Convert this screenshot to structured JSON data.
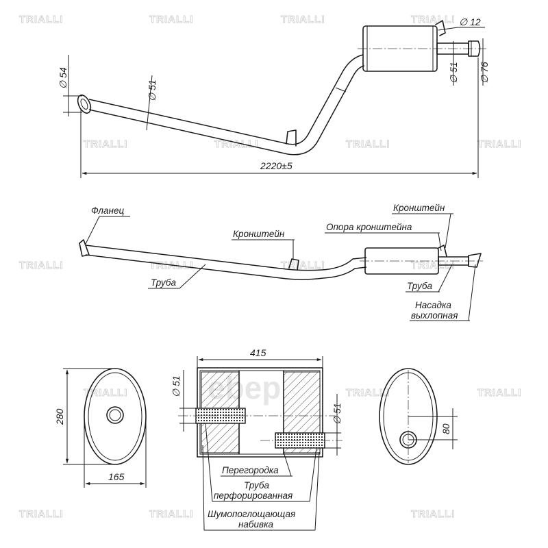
{
  "brand": {
    "watermark_text": "TRIALLI",
    "logo_text": "ebep"
  },
  "dimensions": {
    "total_length": "2220±5",
    "d54": "∅ 54",
    "d51_inlet": "∅ 51",
    "d12": "∅ 12",
    "d51_outlet": "∅ 51",
    "d76": "∅ 76",
    "height_280": "280",
    "width_165": "165",
    "length_415": "415",
    "d51_section_left": "∅ 51",
    "d51_section_right": "∅ 51",
    "offset_80": "80"
  },
  "labels": {
    "flange": "Фланец",
    "bracket_1": "Кронштейн",
    "bracket_2": "Кронштейн",
    "bracket_support": "Опора кронштейна",
    "pipe_1": "Труба",
    "pipe_2": "Труба",
    "tip_line1": "Насадка",
    "tip_line2": "выхлопная",
    "partition": "Перегородка",
    "perf_line1": "Труба",
    "perf_line2": "перфорированная",
    "packing_line1": "Шумопоглощающая",
    "packing_line2": "набивка"
  }
}
